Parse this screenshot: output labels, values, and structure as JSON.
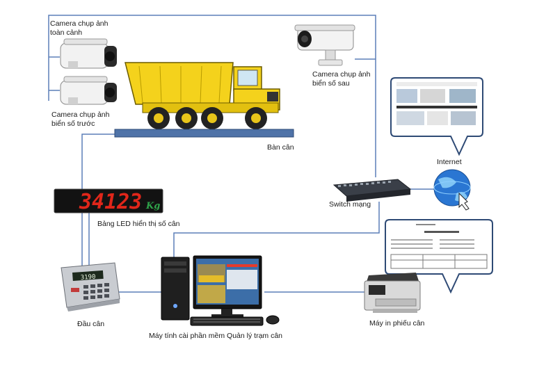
{
  "labels": {
    "camera_overview_line1": "Camera chụp ảnh",
    "camera_overview_line2": "toàn cảnh",
    "camera_front_line1": "Camera chụp ảnh",
    "camera_front_line2": "biển số trước",
    "camera_rear_line1": "Camera chụp ảnh",
    "camera_rear_line2": "biển số sau",
    "scale": "Bàn cân",
    "internet": "Internet",
    "switch": "Switch mạng",
    "led_board": "Bảng LED hiển thị số cân",
    "indicator": "Đầu cân",
    "computer": "Máy tính cài phần mềm  Quản lý trạm cân",
    "printer": "Máy in phiếu cân"
  },
  "led": {
    "value": "34123",
    "unit": "Kg"
  },
  "indicator_display": "3190",
  "colors": {
    "wire": "#5b7fb8",
    "truck": "#f4d21c",
    "scale_platform": "#4f73a8",
    "led_digits": "#e0261a",
    "led_unit": "#2fa34a",
    "globe": "#2a76d2"
  }
}
